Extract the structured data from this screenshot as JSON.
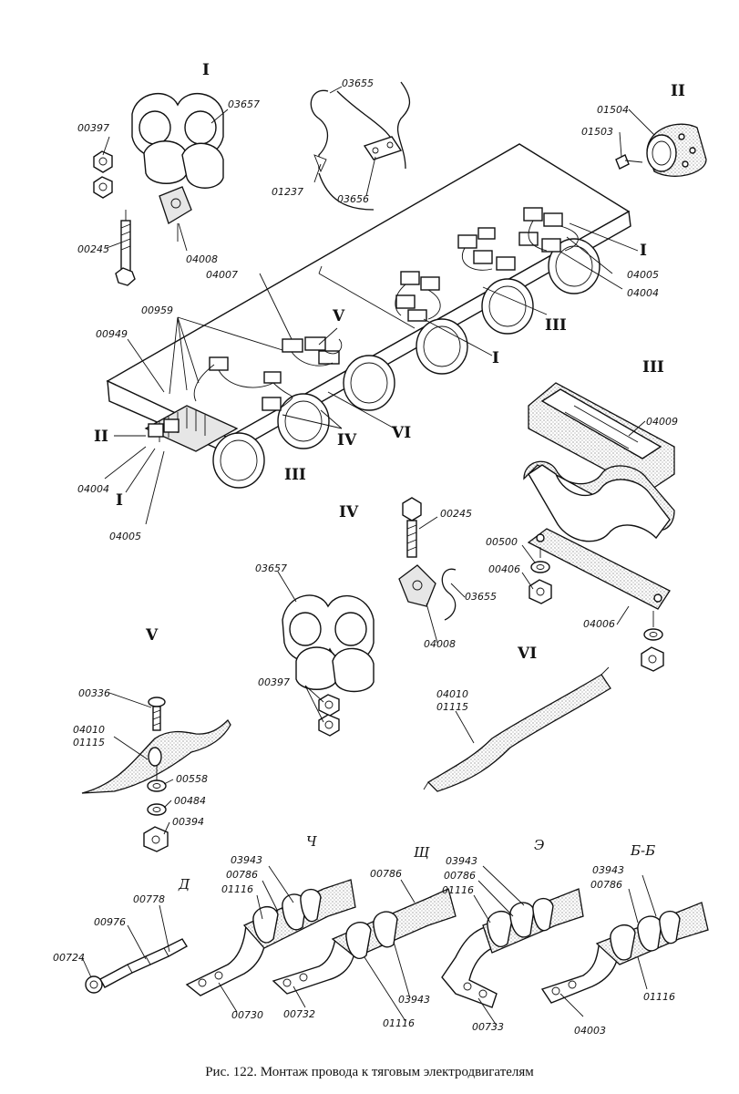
{
  "figure": {
    "caption": "Рис. 122. Монтаж провода к тяговым электродвигателям"
  },
  "view_labels": {
    "I_top": "I",
    "II_top": "II",
    "III_right": "III",
    "IV_center": "IV",
    "V_left": "V",
    "VI_center": "VI",
    "ch": "Ч",
    "shch": "Щ",
    "e": "Э",
    "bb": "Б-Б",
    "d": "Д"
  },
  "main_view_labels": {
    "V_main": "V",
    "I_right": "I",
    "III_mid": "III",
    "I_mid": "I",
    "VI_main": "VI",
    "IV_main": "IV",
    "III_main": "III",
    "II_main": "II",
    "I_main": "I"
  },
  "part_numbers": {
    "p00397_a": "00397",
    "p03657_a": "03657",
    "p03655_a": "03655",
    "p01237": "01237",
    "p03656": "03656",
    "p00245_a": "00245",
    "p04008_a": "04008",
    "p01504": "01504",
    "p01503": "01503",
    "p04007": "04007",
    "p00959": "00959",
    "p00949": "00949",
    "p04004_a": "04004",
    "p04005_a": "04005",
    "p04004_b": "04004",
    "p04005_b": "04005",
    "p04009": "04009",
    "p00500": "00500",
    "p00406": "00406",
    "p04006": "04006",
    "p00245_b": "00245",
    "p03657_b": "03657",
    "p03655_b": "03655",
    "p04008_b": "04008",
    "p00397_b": "00397",
    "p00336": "00336",
    "p04010_a": "04010",
    "p01115_a": "01115",
    "p00558": "00558",
    "p00484": "00484",
    "p00394": "00394",
    "p04010_b": "04010",
    "p01115_b": "01115",
    "p00778": "00778",
    "p00976": "00976",
    "p00724": "00724",
    "p03943_a": "03943",
    "p00786_a": "00786",
    "p01116_a": "01116",
    "p00730": "00730",
    "p00786_b": "00786",
    "p00732": "00732",
    "p03943_b": "03943",
    "p01116_b": "01116",
    "p03943_c": "03943",
    "p00786_c": "00786",
    "p01116_c": "01116",
    "p00733": "00733",
    "p03943_d": "03943",
    "p00786_d": "00786",
    "p01116_d": "01116",
    "p04003": "04003"
  }
}
